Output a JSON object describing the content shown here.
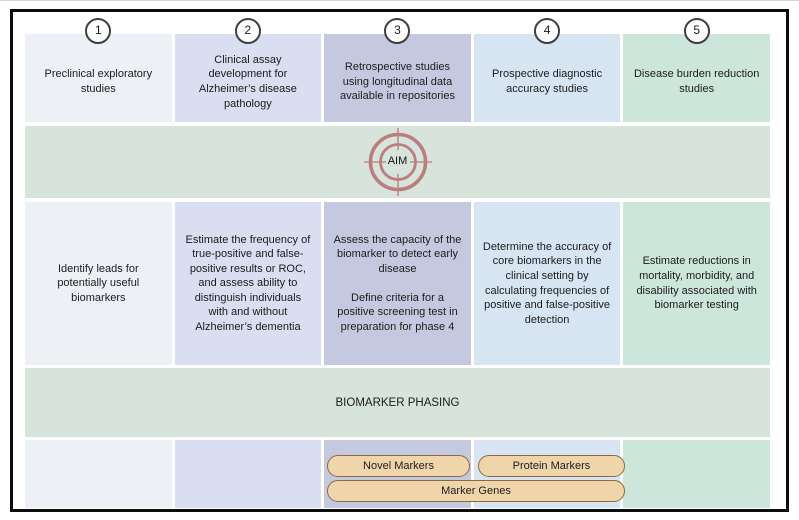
{
  "diagram": {
    "aim_label": "AIM",
    "phasing_label": "BIOMARKER PHASING",
    "columns": [
      {
        "number": "1",
        "title": "Preclinical exploratory studies",
        "body": "Identify leads for potentially useful biomarkers",
        "color": "#edf1f6"
      },
      {
        "number": "2",
        "title": "Clinical assay development for Alzheimer’s disease pathology",
        "body": "Estimate the frequency of true-positive and false-positive results or ROC, and assess ability to distinguish individuals with and without Alzheimer’s dementia",
        "color": "#d9def0"
      },
      {
        "number": "3",
        "title": "Retrospective studies using longitudinal data available in repositories",
        "body": "Assess the capacity of the biomarker to detect early disease\n\nDefine criteria for a positive screening test in preparation for phase 4",
        "color": "#c5c9e0"
      },
      {
        "number": "4",
        "title": "Prospective diagnostic accuracy studies",
        "body": "Determine the accuracy of core biomarkers in the clinical setting by calculating frequencies of positive and false-positive detection",
        "color": "#d7e5f3"
      },
      {
        "number": "5",
        "title": "Disease burden reduction studies",
        "body": "Estimate reductions in mortality, morbidity, and disability associated with biomarker testing",
        "color": "#cde6db"
      }
    ],
    "markers": {
      "novel": "Novel Markers",
      "protein": "Protein Markers",
      "genes": "Marker Genes"
    },
    "colors": {
      "band_green": "#d6e4dc",
      "target_red": "#bb7e7e",
      "target_cross": "#c48a8a",
      "button_fill": "#f0d5ab",
      "button_border": "#8a6b3f",
      "circle_border": "#3f3f3f",
      "frame_border": "#0d0d0d",
      "text": "#1c1c1c"
    }
  }
}
